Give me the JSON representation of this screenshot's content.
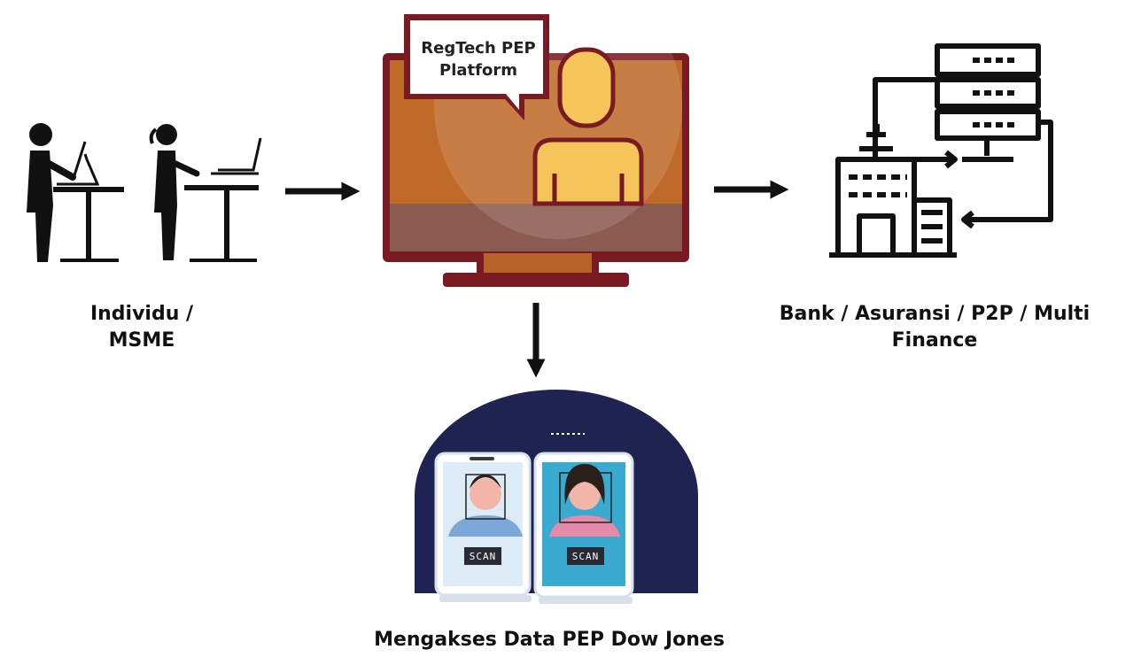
{
  "nodes": {
    "individu": {
      "line1": "Individu /",
      "line2": "MSME"
    },
    "platform": {
      "line1": "RegTech PEP",
      "line2": "Platform"
    },
    "bank": {
      "label": "Bank / Asuransi / P2P / Multi Finance"
    },
    "pep": {
      "label": "Mengakses Data PEP Dow Jones",
      "scan_left": "SCAN",
      "scan_right": "SCAN"
    }
  },
  "colors": {
    "monitor_frame": "#7a1a22",
    "monitor_screen": "#c06a2a",
    "monitor_bottom": "#8b5a50",
    "person": "#f5c45a",
    "dome": "#1f2352",
    "phone_left_screen": "#dcebf5",
    "phone_right_screen": "#3aaad0"
  }
}
